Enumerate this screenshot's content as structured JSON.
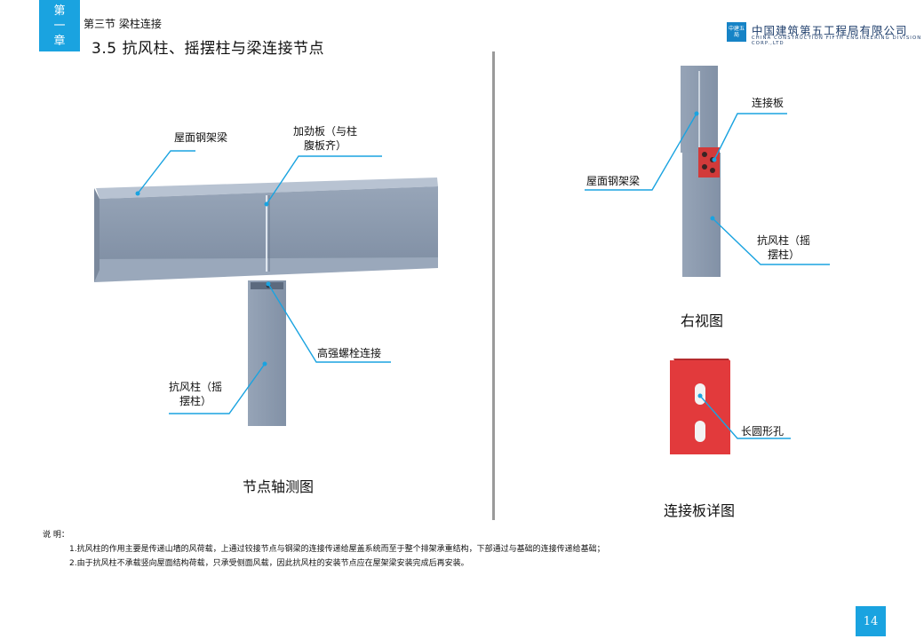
{
  "header": {
    "chapter_line1": "第",
    "chapter_line2": "一",
    "chapter_line3": "章",
    "section": "第三节  梁柱连接",
    "title": "3.5 抗风柱、摇摆柱与梁连接节点",
    "logo_text": "中建五局",
    "company_name": "中国建筑第五工程局有限公司",
    "company_en": "CHINA CONSTRUCTION FIFTH ENGINEERING DIVISION CORP.,LTD"
  },
  "iso_view": {
    "label_roof_beam": "屋面钢架梁",
    "label_stiffener": "加劲板（与柱\n腹板齐）",
    "label_bolt": "高强螺栓连接",
    "label_column": "抗风柱（摇\n摆柱）",
    "caption": "节点轴测图"
  },
  "side_view": {
    "label_plate": "连接板",
    "label_roof_beam": "屋面钢架梁",
    "label_column": "抗风柱（摇\n摆柱）",
    "caption": "右视图"
  },
  "plate_detail": {
    "label_hole": "长圆形孔",
    "caption": "连接板详图"
  },
  "notes": {
    "heading": "说  明：",
    "line1": "1.抗风柱的作用主要是传递山墙的风荷载，上通过铰接节点与钢梁的连接传递给屋盖系统而至于整个排架承重结构，下部通过与基础的连接传递给基础；",
    "line2": "2.由于抗风柱不承载竖向屋面结构荷载，只承受侧面风载，因此抗风柱的安装节点应在屋架梁安装完成后再安装。"
  },
  "page_number": "14",
  "colors": {
    "accent": "#1aa3e0",
    "steel": "#8f9db1",
    "plate_red": "#e23a3c"
  }
}
